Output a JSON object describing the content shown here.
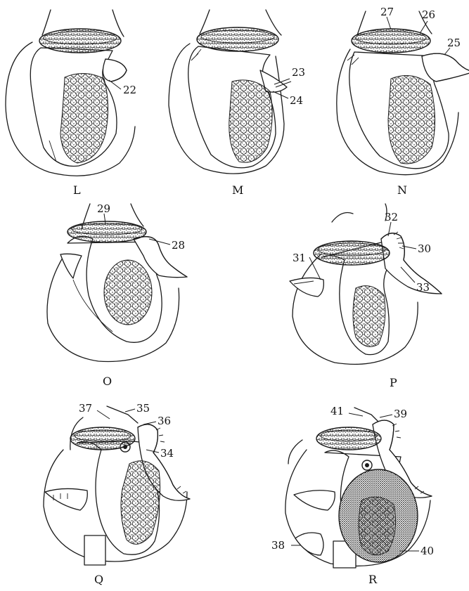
{
  "panels": [
    {
      "id": "L",
      "letter": "L",
      "labels": [
        "22"
      ]
    },
    {
      "id": "M",
      "letter": "M",
      "labels": [
        "23",
        "24"
      ]
    },
    {
      "id": "N",
      "letter": "N",
      "labels": [
        "27",
        "26",
        "25"
      ]
    },
    {
      "id": "O",
      "letter": "O",
      "labels": [
        "29",
        "28"
      ]
    },
    {
      "id": "P",
      "letter": "P",
      "labels": [
        "32",
        "30",
        "31",
        "33"
      ]
    },
    {
      "id": "Q",
      "letter": "Q",
      "labels": [
        "37",
        "35",
        "36",
        "34"
      ]
    },
    {
      "id": "R",
      "letter": "R",
      "labels": [
        "41",
        "39",
        "38",
        "40"
      ]
    }
  ],
  "colors": {
    "ink": "#1a1a1a",
    "background": "#ffffff"
  }
}
